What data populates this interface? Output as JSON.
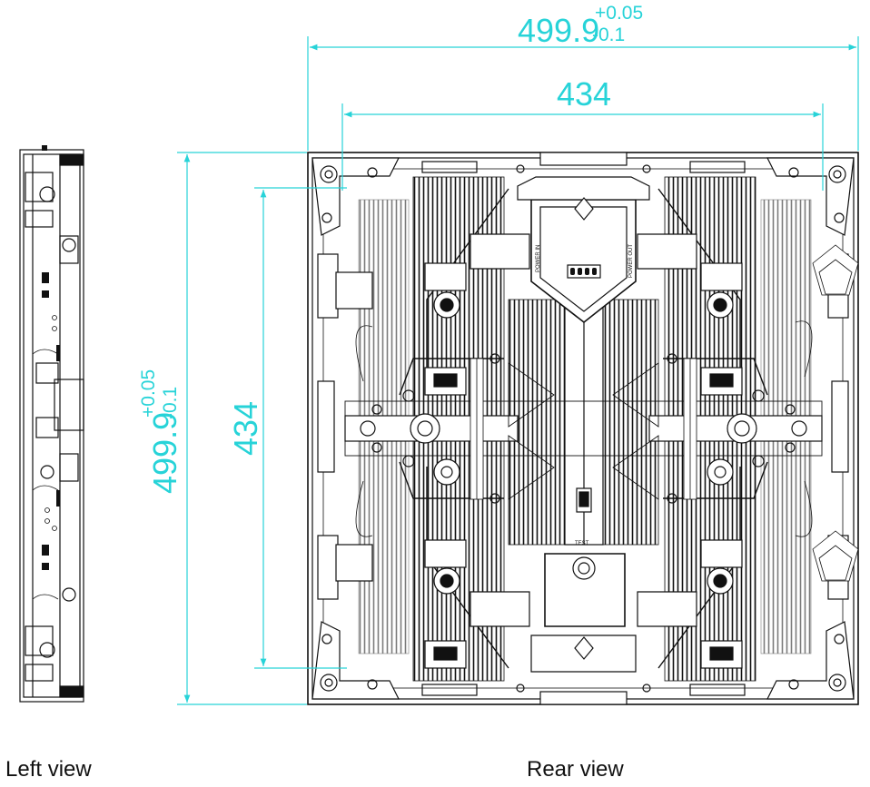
{
  "dimensions": {
    "outer_width": {
      "nominal": "499.9",
      "plus": "+0.05",
      "minus": "-0.1"
    },
    "inner_width": "434",
    "outer_height": {
      "nominal": "499.9",
      "plus": "+0.05",
      "minus": "-0.1"
    },
    "inner_height": "434"
  },
  "side_labels": {
    "power_in": "POWER IN",
    "power_out": "POWER OUT",
    "test": "TEST"
  },
  "captions": {
    "left": "Left view",
    "rear": "Rear view"
  },
  "colors": {
    "dimension": "#27d3d8",
    "linework": "#111111",
    "background": "#ffffff"
  }
}
